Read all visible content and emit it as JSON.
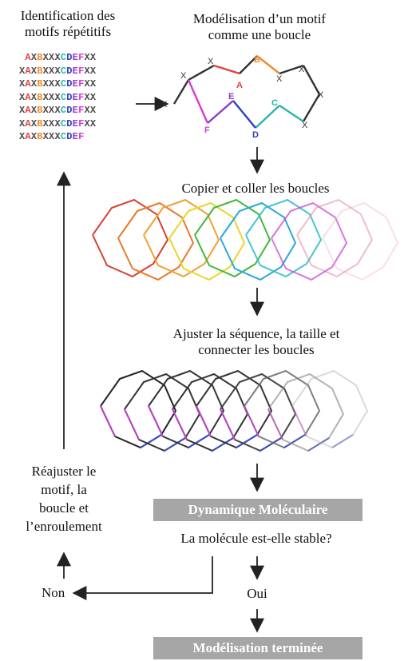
{
  "steps": {
    "identification_title": [
      "Identification des",
      "motifs répétitifs"
    ],
    "modelisation_title": [
      "Modélisation d’un motif",
      "comme une boucle"
    ],
    "copier_title": "Copier et coller les boucles",
    "ajuster_title": [
      "Ajuster la séquence, la taille et",
      "connecter les boucles"
    ],
    "dynamique_box": "Dynamique Moléculaire",
    "question": "La molécule est-elle stable?",
    "yes": "Oui",
    "no": "Non",
    "final_box": "Modélisation terminée",
    "readjust": [
      "Réajuster le",
      "motif, la",
      "boucle et",
      "l’enroulement"
    ]
  },
  "sequence": {
    "rows": [
      " AXBXXXCDEFXX",
      "XAXBXXXCDEFXX",
      "XAXBXXXCDEFXX",
      "XAXBXXXCDEFXX",
      "XAXBXXXCDEFXX",
      "XAXBXXXCDEFXX",
      "XAXBXXXCDEF"
    ],
    "letter_colors": {
      "A": "#e0433a",
      "B": "#f08a2c",
      "C": "#2ab5a8",
      "D": "#2f3fb8",
      "E": "#8b3fc8",
      "F": "#d43ad8",
      "X": "#4a4a4a"
    }
  },
  "loop_labels": [
    "X",
    "X",
    "X",
    "A",
    "B",
    "X",
    "X",
    "E",
    "C",
    "X",
    "F",
    "D",
    "X"
  ],
  "colors": {
    "box_gray": "#a6a6a6",
    "arrow": "#222222"
  }
}
